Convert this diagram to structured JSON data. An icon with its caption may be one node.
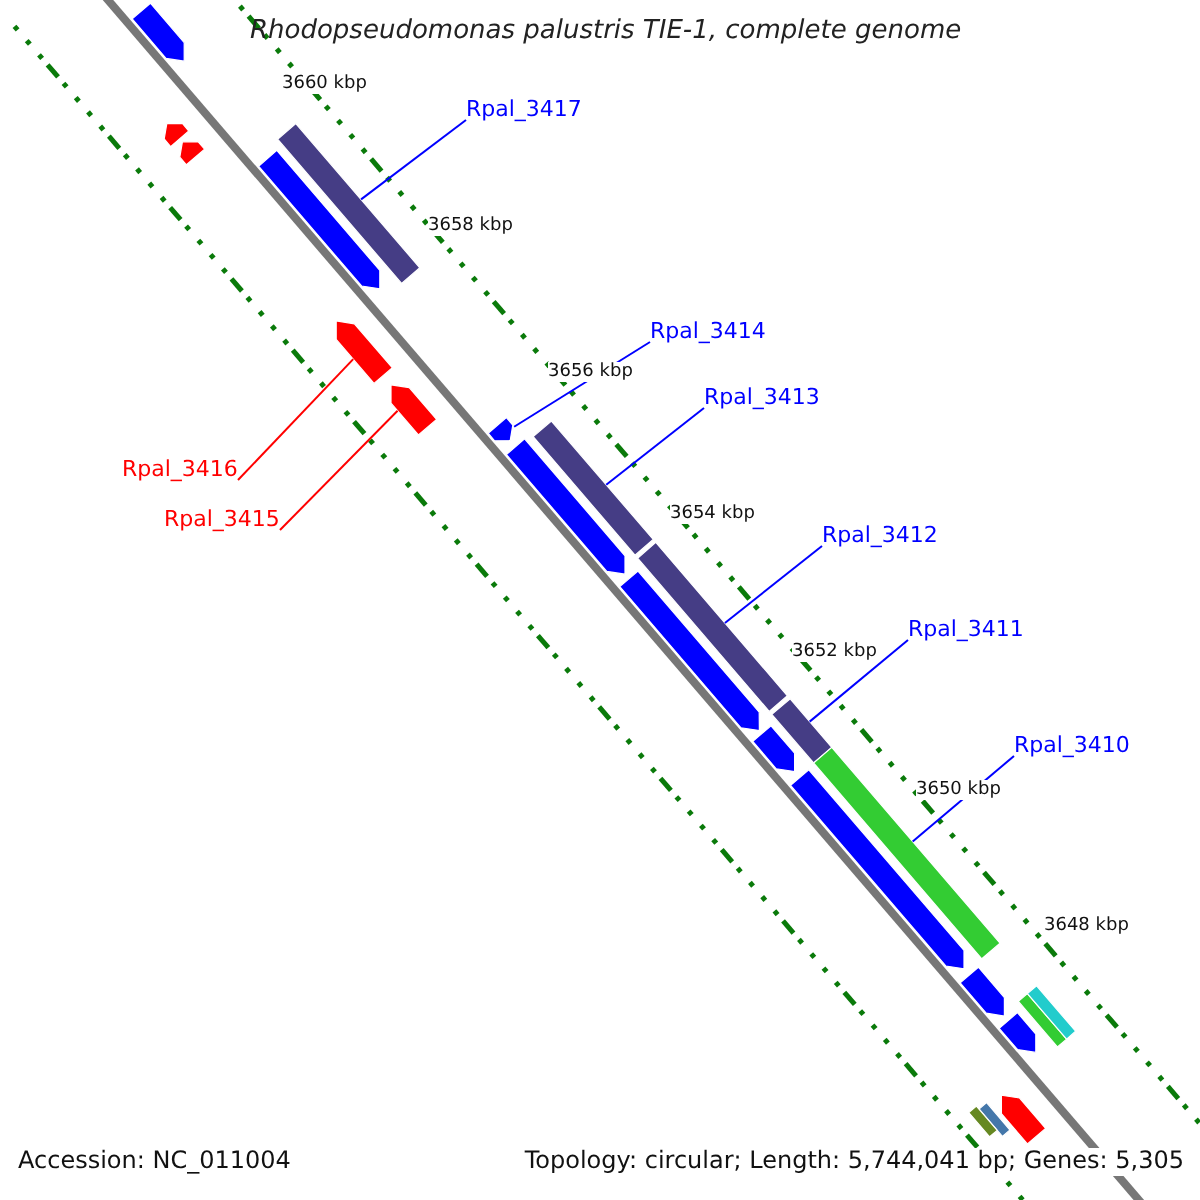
{
  "diagram": {
    "title": "Rhodopseudomonas palustris TIE-1, complete genome",
    "nodes": [
      {
        "text": [
          "Rpal_3417"
        ]
      },
      {
        "text": [],
        "shape": "bar"
      },
      {
        "text": [
          "Rpal_3414"
        ]
      },
      {
        "text": [],
        "shape": "bar"
      },
      {
        "text": [
          "Rpal_3413"
        ]
      },
      {
        "text": [],
        "shape": "bar"
      },
      {
        "text": [
          "Rpal_3416"
        ]
      },
      {
        "text": [],
        "shape": "bar"
      },
      {
        "text": [
          "Rpal_3415"
        ]
      },
      {
        "text": [],
        "shape": "bar"
      },
      {
        "text": [
          "Rpal_3412"
        ]
      },
      {
        "text": [],
        "shape": "bar"
      },
      {
        "text": [
          "Rpal_3411"
        ]
      },
      {
        "text": [],
        "shape": "bar"
      },
      {
        "text": [
          "Rpal_3410"
        ]
      },
      {
        "text": [],
        "shape": "bar"
      },
      {
        "text": [],
        "shape": "bar"
      },
      {
        "text": [],
        "shape": "bar"
      },
      {
        "text": [],
        "shape": "bar"
      },
      {
        "text": [],
        "shape": "bar"
      },
      {
        "text": [],
        "shape": "bar"
      },
      {
        "text": [],
        "shape": "bar"
      },
      {
        "text": [],
        "shape": "bar"
      },
      {
        "text": [],
        "shape": "bar"
      },
      {
        "text": [],
        "shape": "bar"
      },
      {
        "text": [],
        "shape": "bar"
      },
      {
        "text": [],
        "shape": "bar"
      },
      {
        "text": [],
        "shape": "bar"
      },
      {
        "text": [],
        "shape": "bar"
      },
      {
        "text": [],
        "shape": "bar"
      },
      {
        "text": [],
        "shape": "bar"
      }
    ],
    "edges": [
      {
        "from": 0,
        "to": 1,
        "arrow": "none"
      },
      {
        "from": 2,
        "to": 3,
        "arrow": "none"
      },
      {
        "from": 4,
        "to": 5,
        "arrow": "none"
      },
      {
        "from": 6,
        "to": 7,
        "arrow": "none",
        "color": "#ff0000"
      },
      {
        "from": 8,
        "to": 9,
        "arrow": "none",
        "color": "#ff0000"
      },
      {
        "from": 10,
        "to": 11,
        "arrow": "none"
      },
      {
        "from": 12,
        "to": 13,
        "arrow": "none"
      },
      {
        "from": 14,
        "to": 15,
        "arrow": "none"
      }
    ],
    "labels": [
      "3660 kbp",
      "3658 kbp",
      "3656 kbp",
      "3654 kbp",
      "3652 kbp",
      "3650 kbp",
      "3648 kbp",
      "Accession: NC_011004",
      "Topology: circular; Length: 5,744,041 bp; Genes: 5,305"
    ]
  }
}
